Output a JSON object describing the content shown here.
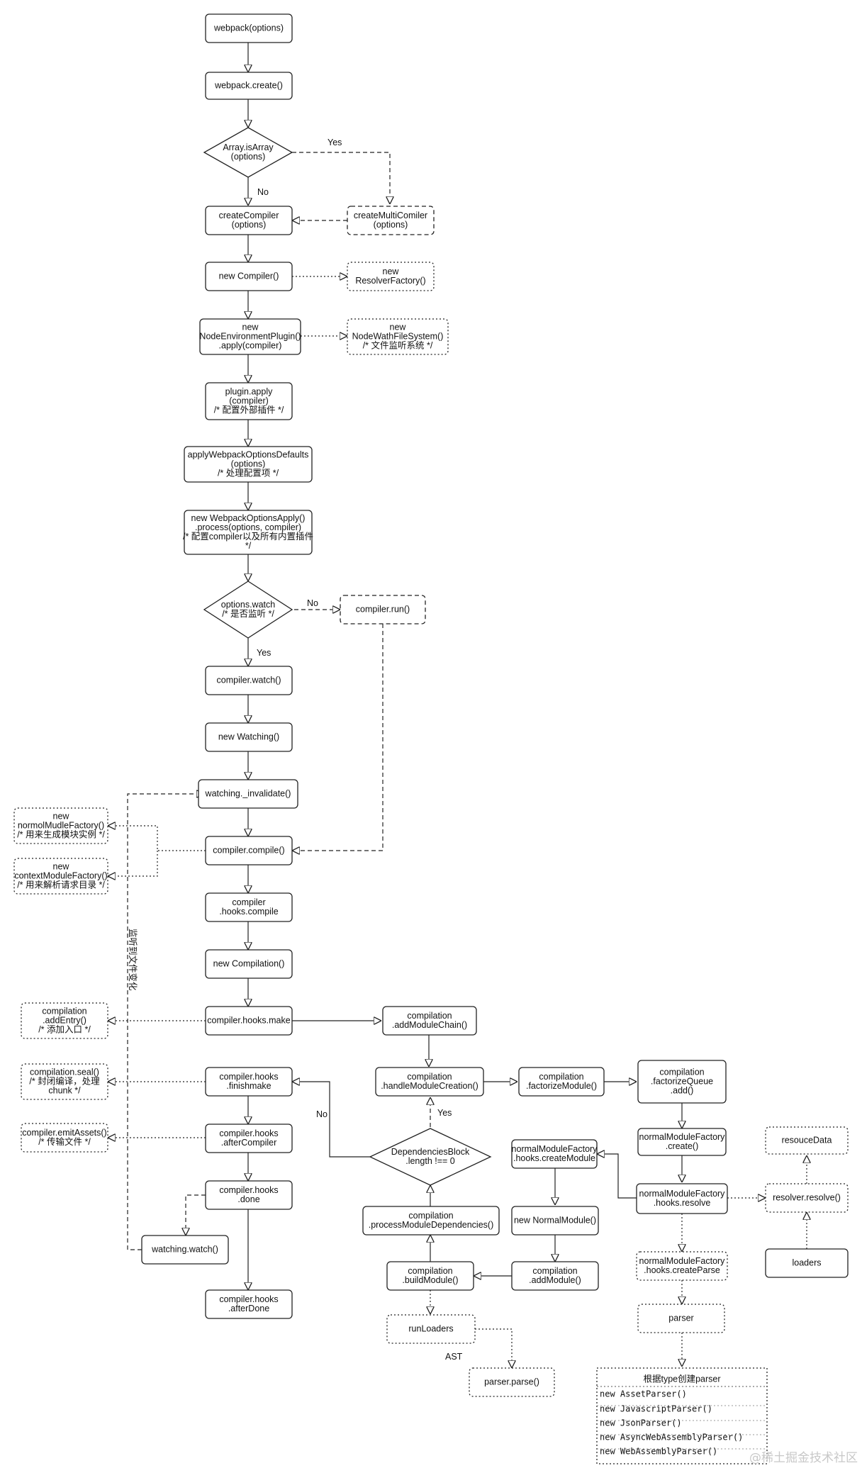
{
  "nodes": [
    {
      "id": "webpack",
      "lines": [
        "webpack(options)"
      ]
    },
    {
      "id": "create",
      "lines": [
        "webpack.create()"
      ]
    },
    {
      "id": "isArray",
      "lines": [
        "Array.isArray",
        "(options)"
      ]
    },
    {
      "id": "multi",
      "lines": [
        "createMultiComiler",
        "(options)"
      ]
    },
    {
      "id": "createCompiler",
      "lines": [
        "createCompiler",
        "(options)"
      ]
    },
    {
      "id": "newCompiler",
      "lines": [
        "new Compiler()"
      ]
    },
    {
      "id": "resolverFactory",
      "lines": [
        "new",
        "ResolverFactory()"
      ]
    },
    {
      "id": "nodeEnv",
      "lines": [
        "new",
        "NodeEnvironmentPlugin()",
        ".apply(compiler)"
      ]
    },
    {
      "id": "nodeWath",
      "lines": [
        "new",
        "NodeWathFileSystem()",
        "/* 文件监听系统 */"
      ]
    },
    {
      "id": "pluginApply",
      "lines": [
        "plugin.apply",
        "(compiler)",
        "/* 配置外部插件 */"
      ]
    },
    {
      "id": "applyDefaults",
      "lines": [
        "applyWebpackOptionsDefaults",
        "(options)",
        "/* 处理配置项 */"
      ]
    },
    {
      "id": "optionsApply",
      "lines": [
        "new WebpackOptionsApply()",
        ".process(options, compiler)",
        "/* 配置compiler以及所有内置插件",
        "*/"
      ]
    },
    {
      "id": "optWatch",
      "lines": [
        "options.watch",
        "/* 是否监听 */"
      ]
    },
    {
      "id": "run",
      "lines": [
        "compiler.run()"
      ]
    },
    {
      "id": "watch",
      "lines": [
        "compiler.watch()"
      ]
    },
    {
      "id": "newWatching",
      "lines": [
        "new Watching()"
      ]
    },
    {
      "id": "invalidate",
      "lines": [
        "watching._invalidate()"
      ]
    },
    {
      "id": "normalFactory",
      "lines": [
        "new",
        "normolMudleFactory()",
        "/* 用来生成模块实例 */"
      ]
    },
    {
      "id": "contextFactory",
      "lines": [
        "new",
        "contextModuleFactory()",
        "/* 用来解析请求目录 */"
      ]
    },
    {
      "id": "compile",
      "lines": [
        "compiler.compile()"
      ]
    },
    {
      "id": "hooksCompile",
      "lines": [
        "compiler",
        ".hooks.compile"
      ]
    },
    {
      "id": "newCompilation",
      "lines": [
        "new Compilation()"
      ]
    },
    {
      "id": "addEntry",
      "lines": [
        "compilation",
        ".addEntry()",
        "/* 添加入口 */"
      ]
    },
    {
      "id": "make",
      "lines": [
        "compiler.hooks.make"
      ]
    },
    {
      "id": "addModuleChain",
      "lines": [
        "compilation",
        ".addModuleChain()"
      ]
    },
    {
      "id": "seal",
      "lines": [
        "compilation.seal()",
        "/* 封闭编译，处理",
        "chunk */"
      ]
    },
    {
      "id": "finishmake",
      "lines": [
        "compiler.hooks",
        ".finishmake"
      ]
    },
    {
      "id": "handleCreation",
      "lines": [
        "compilation",
        ".handleModuleCreation()"
      ]
    },
    {
      "id": "factorizeModule",
      "lines": [
        "compilation",
        ".factorizeModule()"
      ]
    },
    {
      "id": "factorizeQueue",
      "lines": [
        "compilation",
        ".factorizeQueue",
        ".add()"
      ]
    },
    {
      "id": "emitAssets",
      "lines": [
        "compiler.emitAssets()",
        "/* 传输文件 */"
      ]
    },
    {
      "id": "afterCompiler",
      "lines": [
        "compiler.hooks",
        ".afterCompiler"
      ]
    },
    {
      "id": "depsBlock",
      "lines": [
        "DependenciesBlock",
        ".length !== 0"
      ]
    },
    {
      "id": "nmfCreateModule",
      "lines": [
        "normalModuleFactory",
        ".hooks.createModule"
      ]
    },
    {
      "id": "nmfCreate",
      "lines": [
        "normalModuleFactory",
        ".create()"
      ]
    },
    {
      "id": "resouceData",
      "lines": [
        "resouceData"
      ]
    },
    {
      "id": "done",
      "lines": [
        "compiler.hooks",
        ".done"
      ]
    },
    {
      "id": "newNormalModule",
      "lines": [
        "new NormalModule()"
      ]
    },
    {
      "id": "processDeps",
      "lines": [
        "compilation",
        ".processModuleDependencies()"
      ]
    },
    {
      "id": "nmfResolve",
      "lines": [
        "normalModuleFactory",
        ".hooks.resolve"
      ]
    },
    {
      "id": "resolverResolve",
      "lines": [
        "resolver.resolve()"
      ]
    },
    {
      "id": "watchingWatch",
      "lines": [
        "watching.watch()"
      ]
    },
    {
      "id": "buildModule",
      "lines": [
        "compilation",
        ".buildModule()"
      ]
    },
    {
      "id": "addModule",
      "lines": [
        "compilation",
        ".addModule()"
      ]
    },
    {
      "id": "nmfCreateParse",
      "lines": [
        "normalModuleFactory",
        ".hooks.createParse"
      ]
    },
    {
      "id": "loaders",
      "lines": [
        "loaders"
      ]
    },
    {
      "id": "afterDone",
      "lines": [
        "compiler.hooks",
        ".afterDone"
      ]
    },
    {
      "id": "runLoaders",
      "lines": [
        "runLoaders"
      ]
    },
    {
      "id": "parser",
      "lines": [
        "parser"
      ]
    },
    {
      "id": "parserParse",
      "lines": [
        "parser.parse()"
      ]
    }
  ],
  "parser_table": {
    "title": "根据type创建parser",
    "rows": [
      "new AssetParser()",
      "new JavascriptParser()",
      "new JsonParser()",
      "new AsyncWebAssemblyParser()",
      "new WebAssemblyParser()"
    ]
  },
  "edge_labels": {
    "yes1": "Yes",
    "no1": "No",
    "no2": "No",
    "yes2": "Yes",
    "watch_change": "监听到文件变化",
    "no3": "No",
    "yes3": "Yes",
    "ast": "AST"
  },
  "watermark": "@稀土掘金技术社区"
}
